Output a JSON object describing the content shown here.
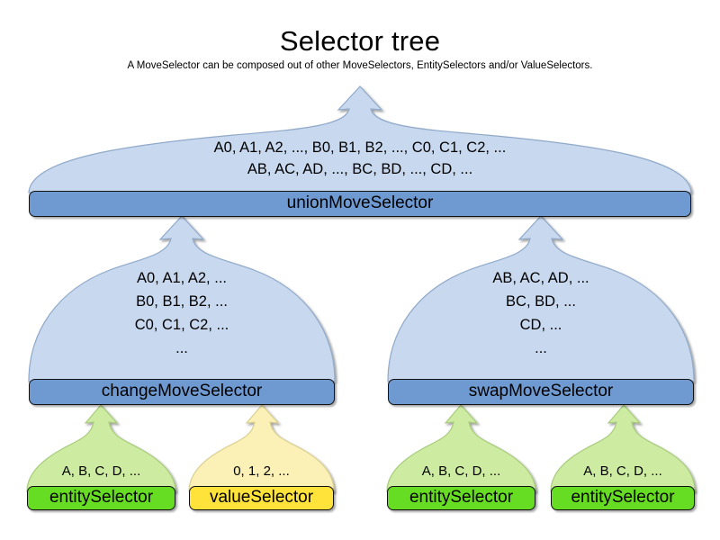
{
  "header": {
    "title": "Selector tree",
    "subtitle": "A MoveSelector can be composed out of other MoveSelectors, EntitySelectors and/or ValueSelectors."
  },
  "colors": {
    "background": "#ffffff",
    "dome_blue": "#c8d8ee",
    "bar_blue": "#6f9ad1",
    "dome_green": "#cdeca2",
    "bar_green": "#66dd22",
    "dome_yellow": "#fbf0b6",
    "bar_yellow": "#ffe33b",
    "outline": "#111111"
  },
  "diagram": {
    "type": "tree",
    "levels": 3,
    "nodes": [
      {
        "id": "unionMoveSelector",
        "label": "unionMoveSelector",
        "kind": "move-selector",
        "level": 1,
        "color": "blue",
        "content": "A0, A1, A2, ..., B0, B1, B2, ..., C0, C1, C2, ...\nAB, AC, AD, ..., BC, BD, ..., CD, ...",
        "children": [
          "changeMoveSelector",
          "swapMoveSelector"
        ]
      },
      {
        "id": "changeMoveSelector",
        "label": "changeMoveSelector",
        "kind": "move-selector",
        "level": 2,
        "color": "blue",
        "content": "A0, A1, A2, ...\nB0, B1, B2, ...\nC0, C1, C2, ...\n...",
        "children": [
          "entitySelector-1",
          "valueSelector-1"
        ]
      },
      {
        "id": "swapMoveSelector",
        "label": "swapMoveSelector",
        "kind": "move-selector",
        "level": 2,
        "color": "blue",
        "content": "AB, AC, AD, ...\nBC, BD, ...\nCD, ...\n...",
        "children": [
          "entitySelector-2",
          "entitySelector-3"
        ]
      },
      {
        "id": "entitySelector-1",
        "label": "entitySelector",
        "kind": "entity-selector",
        "level": 3,
        "color": "green",
        "content": "A, B, C, D, ...",
        "children": []
      },
      {
        "id": "valueSelector-1",
        "label": "valueSelector",
        "kind": "value-selector",
        "level": 3,
        "color": "yellow",
        "content": "0, 1, 2, ...",
        "children": []
      },
      {
        "id": "entitySelector-2",
        "label": "entitySelector",
        "kind": "entity-selector",
        "level": 3,
        "color": "green",
        "content": "A, B, C, D, ...",
        "children": []
      },
      {
        "id": "entitySelector-3",
        "label": "entitySelector",
        "kind": "entity-selector",
        "level": 3,
        "color": "green",
        "content": "A, B, C, D, ...",
        "children": []
      }
    ]
  }
}
